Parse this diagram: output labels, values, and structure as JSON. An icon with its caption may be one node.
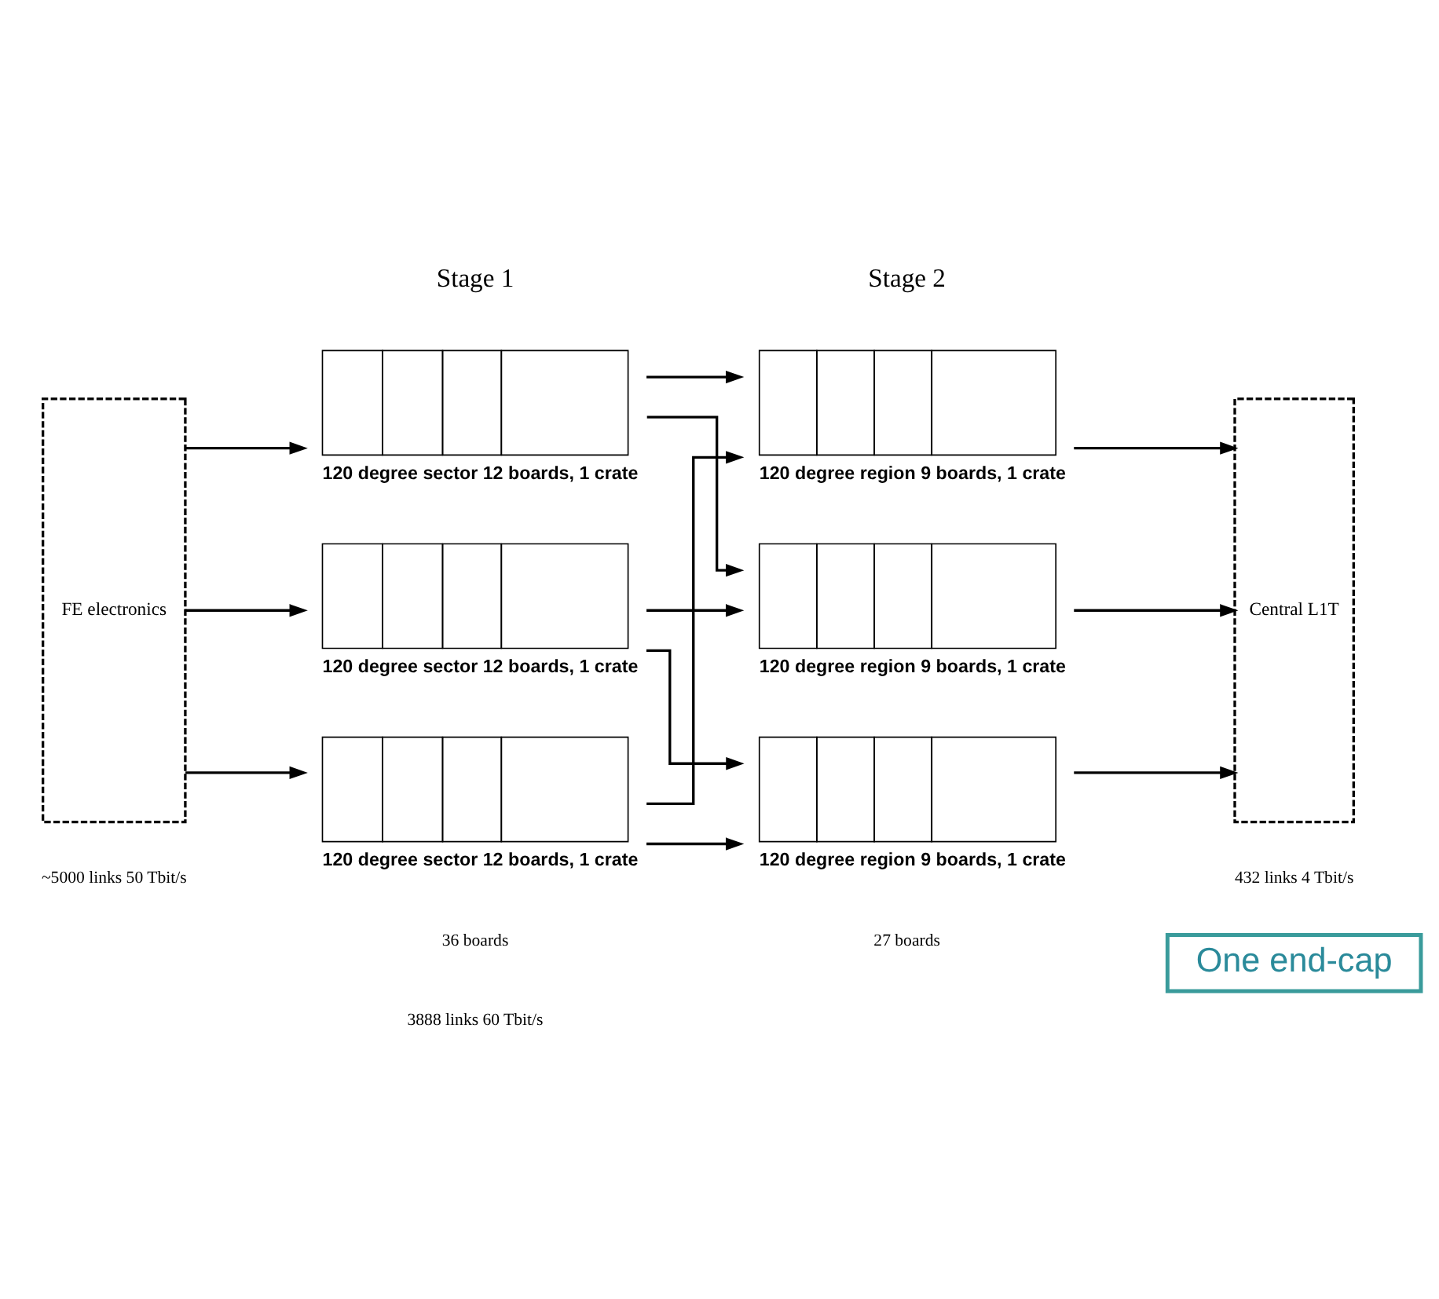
{
  "diagram": {
    "nodes": [
      {
        "text": [
          "FE electronics"
        ]
      },
      {
        "text": [],
        "shape": "box",
        "beside": [
          "120 degree sector 12 boards, 1 crate"
        ]
      },
      {
        "text": [],
        "shape": "box",
        "beside": [
          "120 degree sector 12 boards, 1 crate"
        ]
      },
      {
        "text": [],
        "shape": "box",
        "beside": [
          "120 degree sector 12 boards, 1 crate"
        ]
      },
      {
        "text": [],
        "shape": "box",
        "beside": [
          "120 degree region 9 boards, 1 crate"
        ]
      },
      {
        "text": [],
        "shape": "box",
        "beside": [
          "120 degree region 9 boards, 1 crate"
        ]
      },
      {
        "text": [],
        "shape": "box",
        "beside": [
          "120 degree region 9 boards, 1 crate"
        ]
      },
      {
        "text": [
          "Central L1T"
        ]
      },
      {
        "text": [
          "One end-cap"
        ]
      }
    ],
    "edges": [
      {
        "from": 0,
        "to": 1,
        "arrow": "to"
      },
      {
        "from": 0,
        "to": 2,
        "arrow": "to"
      },
      {
        "from": 0,
        "to": 3,
        "arrow": "to"
      },
      {
        "from": 1,
        "to": 4,
        "arrow": "to"
      },
      {
        "from": 1,
        "to": 5,
        "arrow": "to"
      },
      {
        "from": 2,
        "to": 5,
        "arrow": "to"
      },
      {
        "from": 2,
        "to": 6,
        "arrow": "to"
      },
      {
        "from": 3,
        "to": 6,
        "arrow": "to"
      },
      {
        "from": 3,
        "to": 4,
        "arrow": "to"
      },
      {
        "from": 4,
        "to": 7,
        "arrow": "to"
      },
      {
        "from": 5,
        "to": 7,
        "arrow": "to"
      },
      {
        "from": 6,
        "to": 7,
        "arrow": "to"
      }
    ],
    "labels": [
      "Stage 1",
      "Stage 2",
      "~5000 links 50 Tbit/s",
      "36 boards",
      "3888 links 60 Tbit/s",
      "27 boards",
      "432 links 4 Tbit/s"
    ]
  }
}
